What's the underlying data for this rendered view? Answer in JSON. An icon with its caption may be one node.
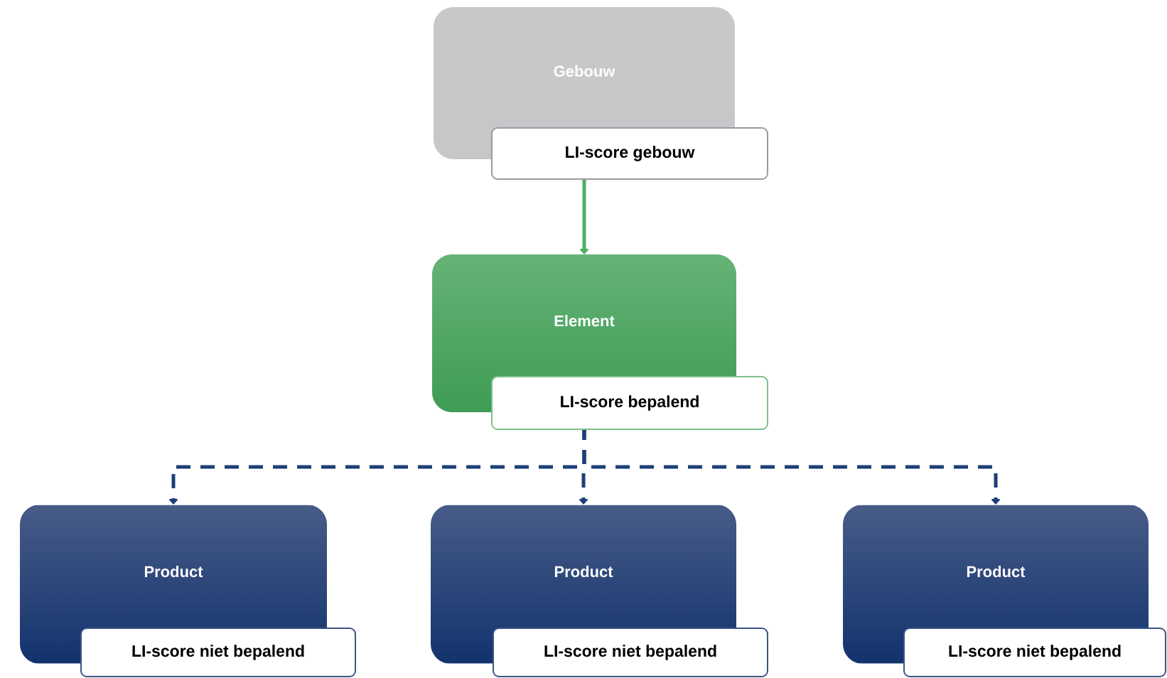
{
  "diagram": {
    "nodes": [
      {
        "text": [
          "Gebouw",
          "LI-score gebouw"
        ]
      },
      {
        "text": [
          "Element",
          "LI-score bepalend"
        ]
      },
      {
        "text": [
          "Product",
          "LI-score niet bepalend"
        ]
      },
      {
        "text": [
          "Product",
          "LI-score niet bepalend"
        ]
      },
      {
        "text": [
          "Product",
          "LI-score niet bepalend"
        ]
      }
    ],
    "edges": [
      {
        "from": 0,
        "to": 1,
        "arrow": "to",
        "color": "#4caf63"
      },
      {
        "from": 1,
        "to": 2,
        "arrow": "to",
        "style": "dashed"
      },
      {
        "from": 1,
        "to": 3,
        "arrow": "to",
        "style": "dashed"
      },
      {
        "from": 1,
        "to": 4,
        "arrow": "to",
        "style": "dashed"
      }
    ]
  }
}
